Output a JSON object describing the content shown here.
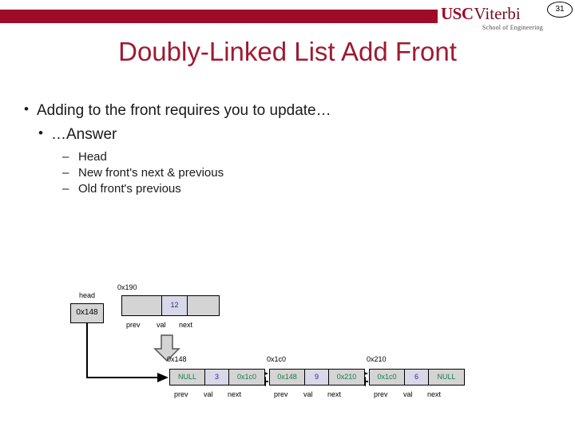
{
  "header": {
    "logo_usc": "USC",
    "logo_viterbi": "Viterbi",
    "logo_subtitle": "School of Engineering",
    "page_number": "31",
    "bar_color": "#9e0b28"
  },
  "title": "Doubly-Linked List Add Front",
  "bullets": {
    "level1": [
      "Adding to the front requires you to update…",
      "…Answer"
    ],
    "level2": [
      "Head",
      "New front's next & previous",
      "Old front's previous"
    ]
  },
  "diagram": {
    "head": {
      "label": "head",
      "value": "0x148"
    },
    "new_node": {
      "address": "0x190",
      "prev": "",
      "val": "12",
      "next": "",
      "field_labels": [
        "prev",
        "val",
        "next"
      ]
    },
    "nodes": [
      {
        "address": "0x148",
        "prev": "NULL",
        "val": "3",
        "next": "0x1c0",
        "field_labels": [
          "prev",
          "val",
          "next"
        ]
      },
      {
        "address": "0x1c0",
        "prev": "0x148",
        "val": "9",
        "next": "0x210",
        "field_labels": [
          "prev",
          "val",
          "next"
        ]
      },
      {
        "address": "0x210",
        "prev": "0x1c0",
        "val": "6",
        "next": "NULL",
        "field_labels": [
          "prev",
          "val",
          "next"
        ]
      }
    ],
    "colors": {
      "pointer_text": "#1a7a4f",
      "value_text": "#2c2c8f",
      "box_fill": "#d4d4d4",
      "value_fill": "#d8d8e8",
      "outline": "#000000"
    }
  }
}
